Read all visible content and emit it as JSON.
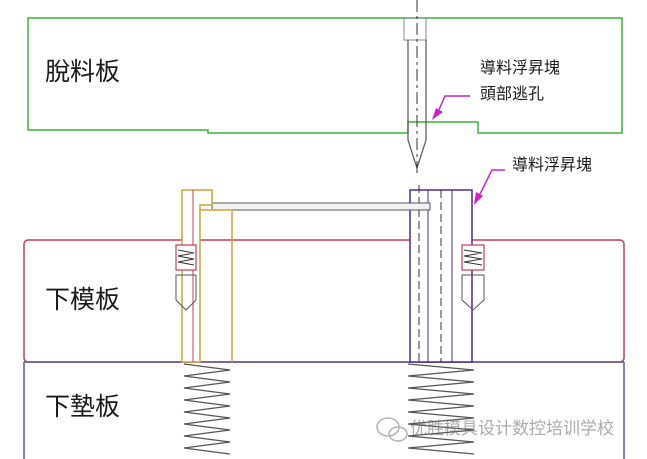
{
  "labels": {
    "stripper_plate": "脫料板",
    "lower_die_plate": "下模板",
    "lower_backing_plate": "下墊板",
    "callout_lifter_head_line1": "導料浮昇塊",
    "callout_lifter_head_line2": "頭部逃孔",
    "callout_lifter": "導料浮昇塊",
    "watermark": "优胜模具设计数控培训学校"
  },
  "colors": {
    "stripper_plate": "#3cb43c",
    "lower_die_plate": "#c83c5a",
    "lower_backing_plate": "#5a5aa0",
    "lifter": "#4a2aa0",
    "guide_pin": "#4a4a4a",
    "callout_arrow": "#cc22cc",
    "spring": "#555555",
    "left_lifter": "#d4a437"
  },
  "icons": {
    "watermark_logo": "wechat-icon"
  }
}
